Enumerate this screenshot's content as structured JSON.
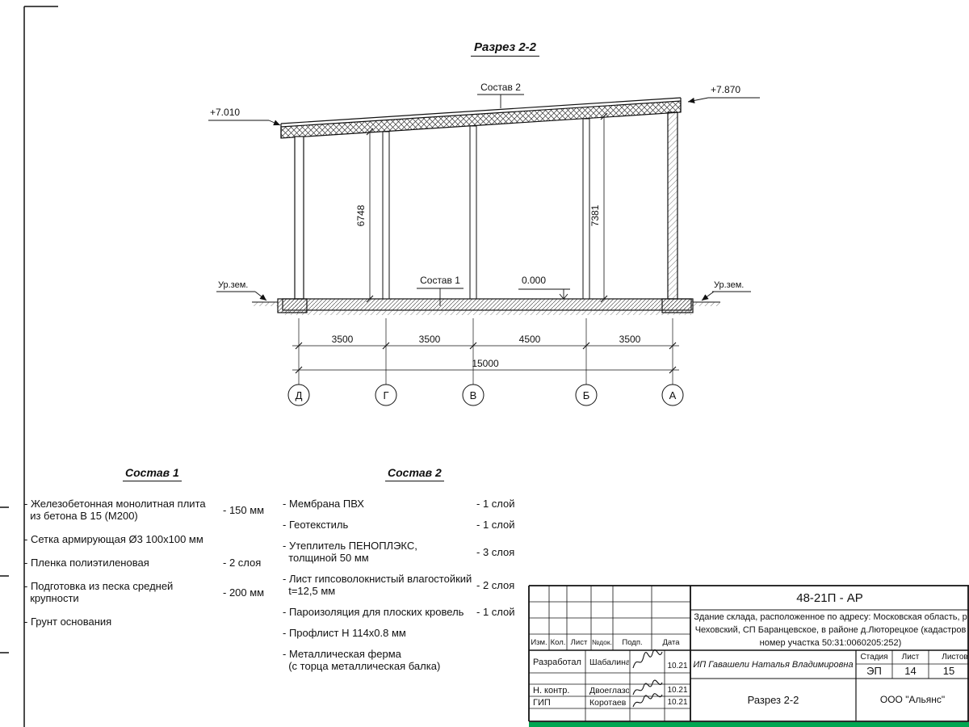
{
  "page": {
    "title": "Разрез 2-2"
  },
  "drawing": {
    "elev_left": "+7.010",
    "elev_right": "+7.870",
    "elev_zero": "0.000",
    "ground_left": "Ур.зем.",
    "ground_right": "Ур.зем.",
    "callout_top": "Состав 2",
    "callout_floor": "Состав 1",
    "dim_height_left": "6748",
    "dim_height_right": "7381",
    "dims_bottom": [
      "3500",
      "3500",
      "4500",
      "3500"
    ],
    "dim_total": "15000",
    "axes": [
      "Д",
      "Г",
      "В",
      "Б",
      "А"
    ]
  },
  "sostav1": {
    "heading": "Состав 1",
    "items": [
      {
        "text": "- Железобетонная  монолитная плита\n  из бетона В 15 (М200)",
        "value": "- 150 мм"
      },
      {
        "text": "- Сетка армирующая Ø3 100х100 мм",
        "value": ""
      },
      {
        "text": "- Пленка полиэтиленовая",
        "value": "- 2 слоя"
      },
      {
        "text": "- Подготовка из песка средней\n  крупности",
        "value": "- 200 мм"
      },
      {
        "text": "- Грунт основания",
        "value": ""
      }
    ]
  },
  "sostav2": {
    "heading": "Состав 2",
    "items": [
      {
        "text": "- Мембрана ПВХ",
        "value": "- 1 слой"
      },
      {
        "text": "- Геотекстиль",
        "value": "- 1 слой"
      },
      {
        "text": "- Утеплитель ПЕНОПЛЭКС,\n  толщиной 50 мм",
        "value": "- 3 слоя"
      },
      {
        "text": "- Лист гипсоволокнистый влагостойкий\n  t=12,5 мм",
        "value": "- 2 слоя"
      },
      {
        "text": "- Пароизоляция для плоских кровель",
        "value": "- 1 слой"
      },
      {
        "text": "- Профлист Н 114х0.8 мм",
        "value": ""
      },
      {
        "text": "- Металлическая ферма\n  (с торца металлическая балка)",
        "value": ""
      }
    ]
  },
  "titleblock": {
    "doc_code": "48-21П - АР",
    "description": "Здание склада, расположенное по адресу: Московская область, р\nЧеховский, СП Баранцевское, в районе д.Люторецкое  (кадастров\nномер участка 50:31:0060205:252)",
    "col_headers": [
      "Изм.",
      "Кол.",
      "Лист",
      "№док.",
      "Подп.",
      "Дата"
    ],
    "sign_rows": [
      {
        "role": "Разработал",
        "name": "Шабалина",
        "date": "10.21"
      },
      {
        "role": "Н. контр.",
        "name": "Двоеглазов",
        "date": "10.21"
      },
      {
        "role": "ГИП",
        "name": "Коротаев",
        "date": "10.21"
      }
    ],
    "client": "ИП Гавашели Наталья Владимировна",
    "stage_header": "Стадия",
    "sheet_header": "Лист",
    "sheets_header": "Листов",
    "stage": "ЭП",
    "sheet": "14",
    "sheets": "15",
    "drawing_title": "Разрез 2-2",
    "company": "ООО \"Альянс\""
  },
  "colors": {
    "accent_bar": "#00a651"
  }
}
